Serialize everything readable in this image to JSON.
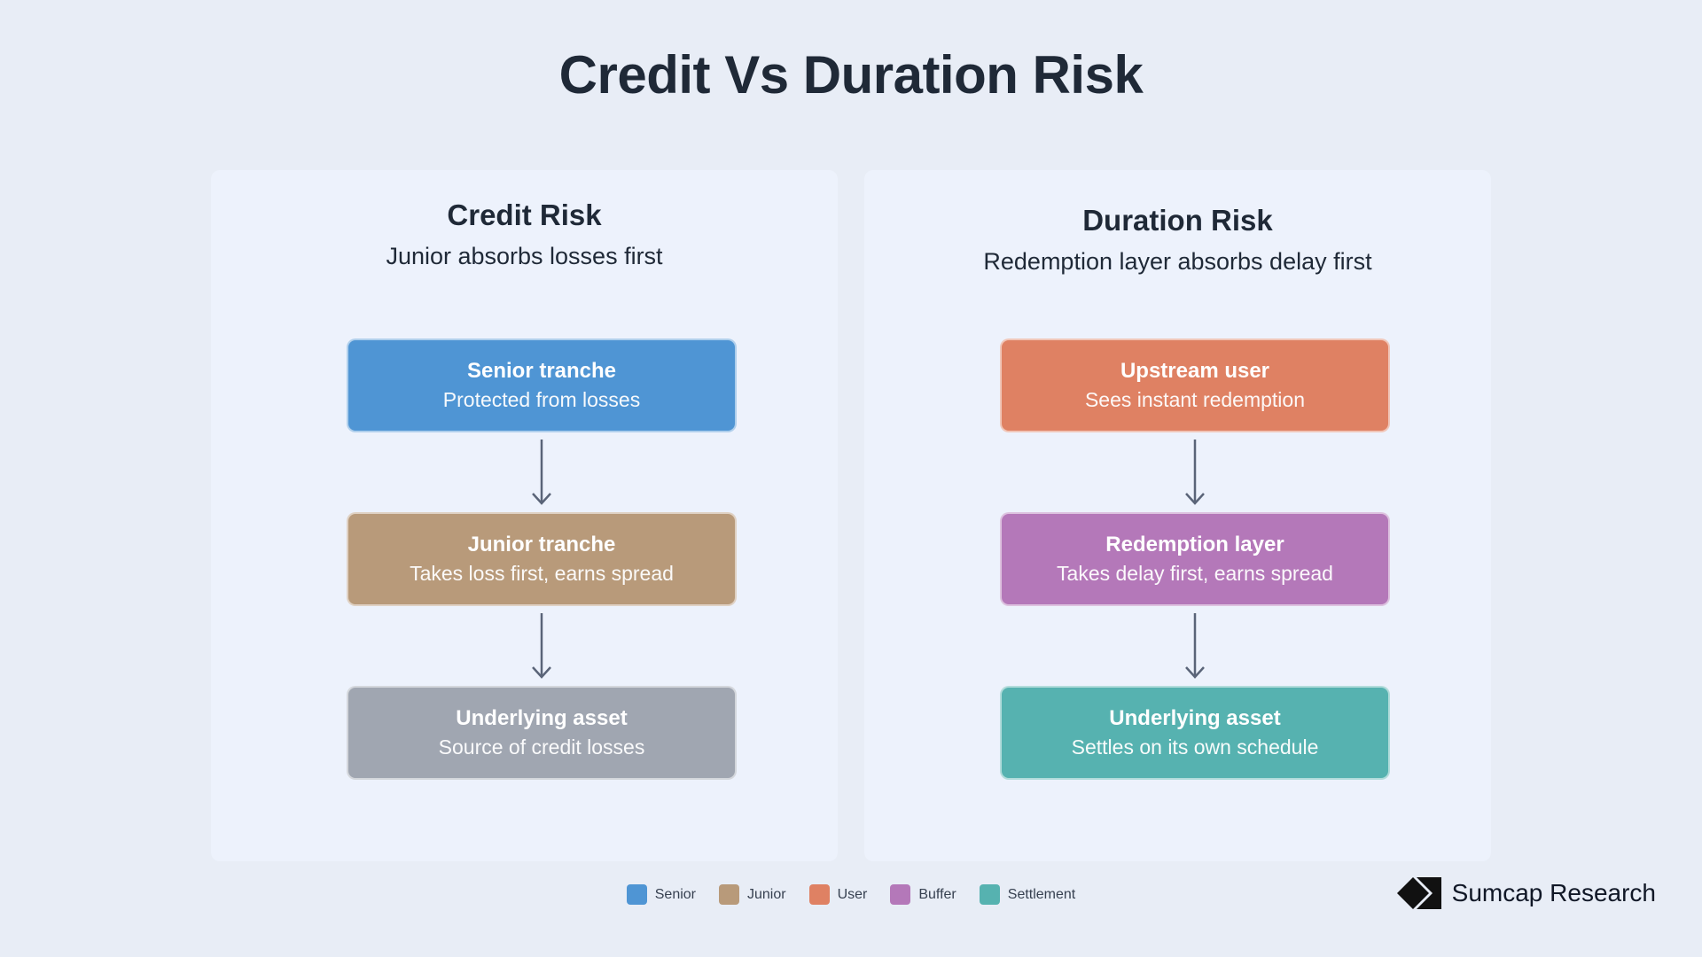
{
  "title": "Credit Vs Duration Risk",
  "panels": [
    {
      "title": "Credit Risk",
      "subtitle": "Junior absorbs losses first",
      "boxes": [
        {
          "title": "Senior tranche",
          "subtitle": "Protected from losses",
          "color": "#4f95d4"
        },
        {
          "title": "Junior tranche",
          "subtitle": "Takes loss first, earns spread",
          "color": "#b89a7a"
        },
        {
          "title": "Underlying asset",
          "subtitle": "Source of credit losses",
          "color": "#a0a6b1"
        }
      ]
    },
    {
      "title": "Duration Risk",
      "subtitle": "Redemption layer absorbs delay first",
      "boxes": [
        {
          "title": "Upstream user",
          "subtitle": "Sees instant redemption",
          "color": "#df8163"
        },
        {
          "title": "Redemption layer",
          "subtitle": "Takes delay first, earns spread",
          "color": "#b478b9"
        },
        {
          "title": "Underlying asset",
          "subtitle": "Settles on its own schedule",
          "color": "#56b2b0"
        }
      ]
    }
  ],
  "legend": [
    {
      "label": "Senior",
      "color": "#4f95d4"
    },
    {
      "label": "Junior",
      "color": "#b89a7a"
    },
    {
      "label": "User",
      "color": "#df8163"
    },
    {
      "label": "Buffer",
      "color": "#b478b9"
    },
    {
      "label": "Settlement",
      "color": "#56b2b0"
    }
  ],
  "brand": {
    "name": "Sumcap Research",
    "icon": "diamond-logo-icon"
  },
  "colors": {
    "arrow": "#5a6478",
    "background": "#e8edf6",
    "panel": "#edf2fc"
  }
}
